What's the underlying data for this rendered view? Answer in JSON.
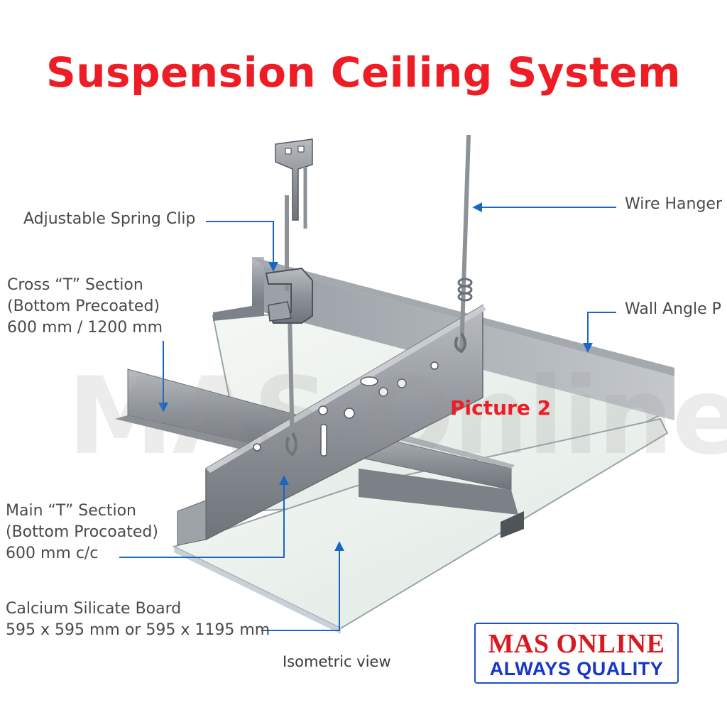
{
  "title": "Suspension Ceiling System",
  "watermark": "MAS Online",
  "picture_tag": "Picture 2",
  "labels": {
    "spring_clip": "Adjustable Spring Clip",
    "wire_hanger": "Wire Hanger",
    "cross_t": [
      "Cross “T” Section",
      "(Bottom Precoated)",
      "600 mm / 1200 mm"
    ],
    "wall_angle": "Wall Angle P",
    "main_t": [
      "Main “T” Section",
      "(Bottom Procoated)",
      "600 mm c/c"
    ],
    "board": [
      "Calcium Silicate Board",
      "595 x 595 mm or 595 x 1195 mm"
    ]
  },
  "view_caption": "Isometric view",
  "logo": {
    "top": "MAS ONLINE",
    "bottom": "ALWAYS QUALITY"
  },
  "colors": {
    "title": "#ee1c24",
    "arrow": "#1a66c4",
    "logo_red": "#d81920",
    "logo_blue": "#1736c8"
  }
}
